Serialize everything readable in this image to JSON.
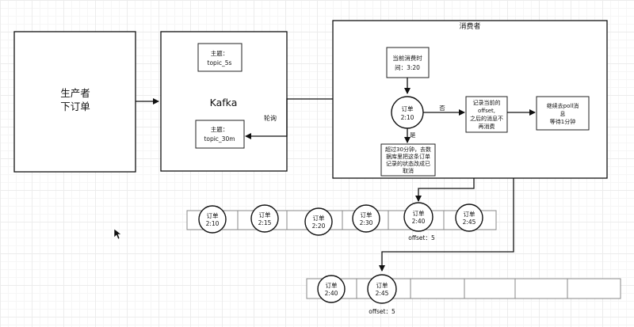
{
  "producer": {
    "line1": "生产者",
    "line2": "下订单"
  },
  "kafka": {
    "label": "Kafka",
    "topic1": {
      "line1": "主题：",
      "line2": "topic_5s"
    },
    "topic2": {
      "line1": "主题：",
      "line2": "topic_30m"
    },
    "poll_label": "轮询"
  },
  "consumer": {
    "title": "消费者",
    "current_time": {
      "line1": "当前消费时",
      "line2": "间：3:20"
    },
    "decision_order": {
      "line1": "订单",
      "line2": "2:10"
    },
    "no_label": "否",
    "yes_label": "是",
    "record_offset": {
      "line1": "记录当前的",
      "line2": "offset,",
      "line3": "之后的消息不",
      "line4": "再消费"
    },
    "continue_poll": {
      "line1": "继续去poll消",
      "line2": "息",
      "line3": "等待1分钟"
    },
    "timeout_action": {
      "line1": "超过30分钟，去数",
      "line2": "据库里把这条订单",
      "line3": "记录的状态改成已",
      "line4": "取消"
    }
  },
  "queue1": {
    "orders": [
      {
        "label": "订单",
        "time": "2:10"
      },
      {
        "label": "订单",
        "time": "2:15"
      },
      {
        "label": "订单",
        "time": "2:20"
      },
      {
        "label": "订单",
        "time": "2:30"
      },
      {
        "label": "订单",
        "time": "2:40"
      },
      {
        "label": "订单",
        "time": "2:45"
      }
    ],
    "offset_label": "offset：5"
  },
  "queue2": {
    "orders": [
      {
        "label": "订单",
        "time": "2:40"
      },
      {
        "label": "订单",
        "time": "2:45"
      }
    ],
    "offset_label": "offset：5"
  },
  "colors": {
    "stroke": "#111111",
    "grid": "#ececec",
    "background": "#ffffff"
  }
}
